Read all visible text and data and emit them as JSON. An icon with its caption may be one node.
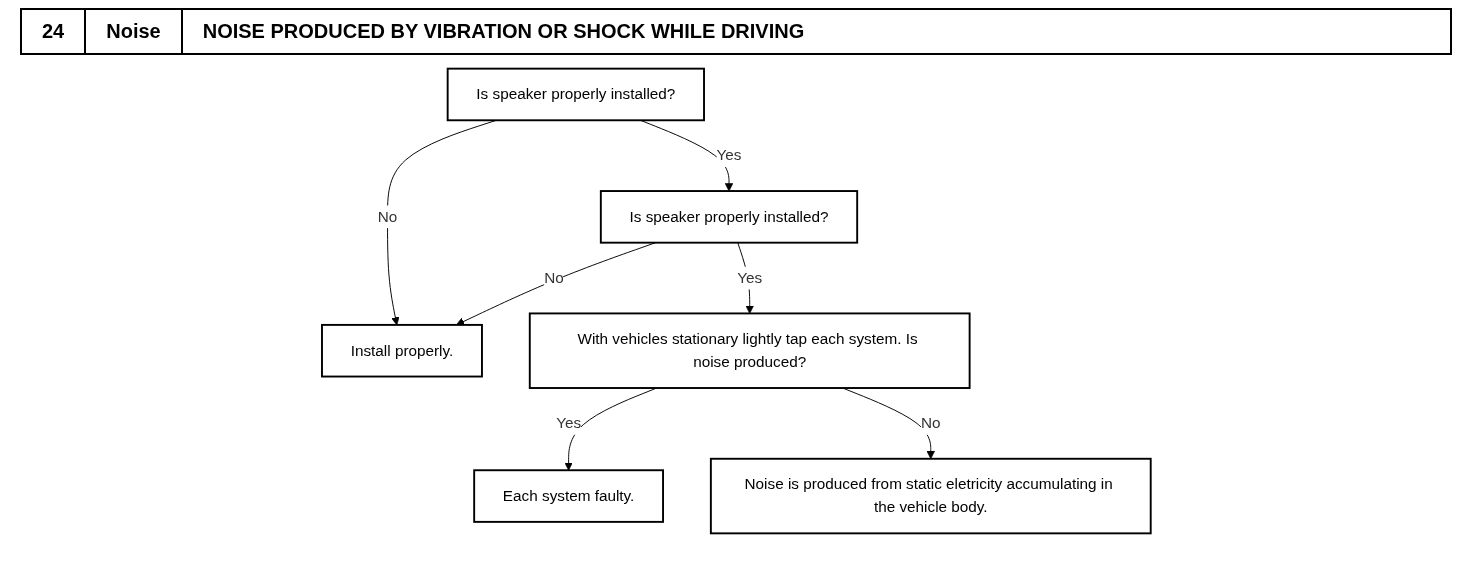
{
  "diagram": {
    "nodes": [
      {
        "text": [
          "Is speaker properly installed?"
        ]
      },
      {
        "text": [
          "Install properly."
        ]
      },
      {
        "text": [
          "Is speaker properly installed?"
        ]
      },
      {
        "text": [
          "With vehicles stationary lightly tap each system. Is noise produced?"
        ]
      },
      {
        "text": [
          "Each system faulty."
        ]
      },
      {
        "text": [
          "Noise is produced from static eletricity accumulating in the vehicle body."
        ]
      }
    ],
    "edges": [
      {
        "from": 0,
        "to": 1,
        "label": "No",
        "arrow": "to"
      },
      {
        "from": 0,
        "to": 2,
        "label": "Yes",
        "arrow": "to"
      },
      {
        "from": 2,
        "to": 1,
        "label": "No",
        "arrow": "to"
      },
      {
        "from": 2,
        "to": 3,
        "label": "Yes",
        "arrow": "to"
      },
      {
        "from": 3,
        "to": 4,
        "label": "Yes",
        "arrow": "to"
      },
      {
        "from": 3,
        "to": 5,
        "label": "No",
        "arrow": "to"
      }
    ],
    "labels": [
      "24",
      "Noise",
      "NOISE PRODUCED BY VIBRATION OR SHOCK WHILE DRIVING"
    ]
  }
}
